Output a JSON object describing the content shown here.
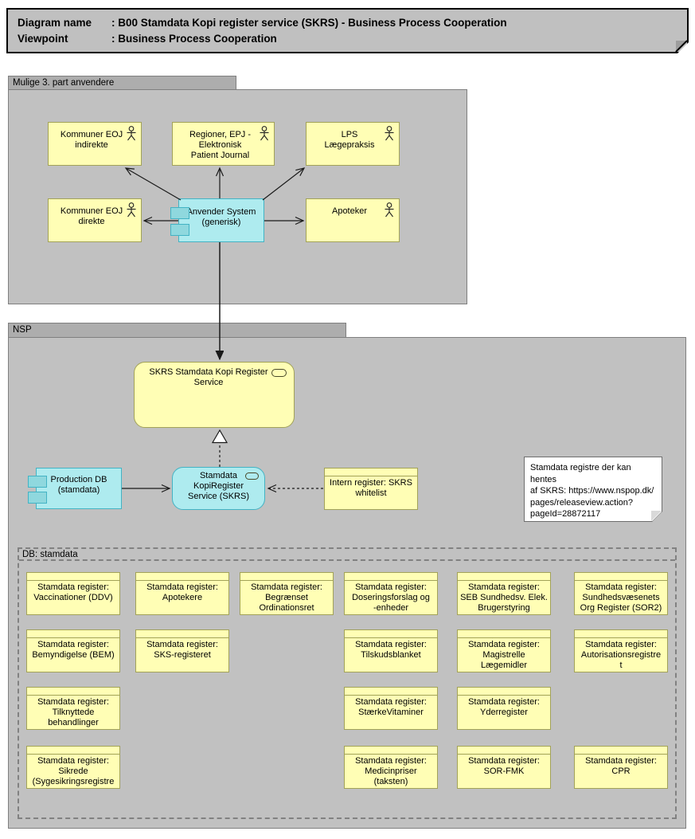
{
  "title": {
    "line1_label": "Diagram name",
    "line1_value": ": B00 Stamdata Kopi register service (SKRS) - Business Process Cooperation",
    "line2_label": "Viewpoint",
    "line2_value": ": Business Process Cooperation"
  },
  "groups": {
    "third_party_label": "Mulige 3. part anvendere",
    "nsp_label": "NSP",
    "db_label": "DB: stamdata"
  },
  "nodes": {
    "kommuner_indirekte": "Kommuner EOJ\nindirekte",
    "regioner_epj": "Regioner, EPJ -\nElektronisk\nPatient Journal",
    "lps": "LPS\nLægepraksis",
    "kommuner_direkte": "Kommuner EOJ\ndirekte",
    "apoteker": "Apoteker",
    "anvender_system": "Anvender System\n(generisk)",
    "skrs_service": "SKRS Stamdata Kopi Register\nService",
    "production_db": "Production DB\n(stamdata)",
    "kopiregister_service": "Stamdata\nKopiRegister\nService (SKRS)",
    "intern_register": "Intern register: SKRS\nwhitelist"
  },
  "note": {
    "text": "Stamdata registre der kan hentes\naf SKRS: https://www.nspop.dk/\npages/releaseview.action?\npageId=28872117"
  },
  "registers": [
    {
      "label": "Stamdata register:\nVaccinationer (DDV)"
    },
    {
      "label": "Stamdata register:\nApotekere"
    },
    {
      "label": "Stamdata register:\nBegrænset\nOrdinationsret"
    },
    {
      "label": "Stamdata register:\nDoseringsforslag og\n-enheder"
    },
    {
      "label": "Stamdata register:\nSEB Sundhedsv. Elek.\nBrugerstyring"
    },
    {
      "label": "Stamdata register:\nSundhedsvæsenets\nOrg Register (SOR2)"
    },
    {
      "label": "Stamdata register:\nBemyndigelse (BEM)"
    },
    {
      "label": "Stamdata register:\nSKS-registeret"
    },
    {
      "label": "Stamdata register:\nTilskudsblanket"
    },
    {
      "label": "Stamdata register:\nMagistrelle\nLægemidler"
    },
    {
      "label": "Stamdata register:\nAutorisationsregistre\nt"
    },
    {
      "label": "Stamdata register:\nTilknyttede\nbehandlinger"
    },
    {
      "label": "Stamdata register:\nStærkeVitaminer"
    },
    {
      "label": "Stamdata register:\nYderregister"
    },
    {
      "label": "Stamdata register:\nSikrede\n(Sygesikringsregistre"
    },
    {
      "label": "Stamdata register:\nMedicinpriser\n(taksten)"
    },
    {
      "label": "Stamdata register:\nSOR-FMK"
    },
    {
      "label": "Stamdata register:\nCPR"
    }
  ],
  "colors": {
    "element_yellow": "#FFFEB5",
    "element_cyan": "#AEEBEF",
    "group_gray": "#C1C1C1",
    "tab_gray": "#ADADAD",
    "title_gray": "#C0C0C0",
    "note_white": "#FFFFFF",
    "cyan_border": "#43B3C4",
    "yellow_border": "#A2A258"
  }
}
